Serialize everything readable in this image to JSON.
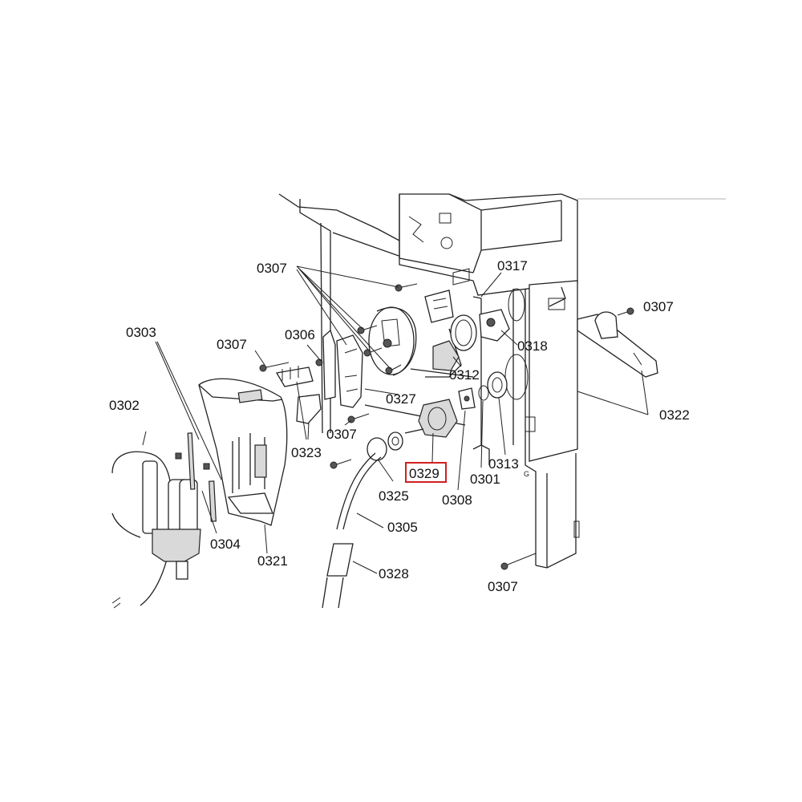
{
  "diagram": {
    "highlight_color": "#d22020",
    "labels": {
      "p0302": "0302",
      "p0303": "0303",
      "p0304": "0304",
      "p0321": "0321",
      "p0307_left": "0307",
      "p0307_top": "0307",
      "p0307_right": "0307",
      "p0307_bottom": "0307",
      "p0307_mid": "0307",
      "p0306": "0306",
      "p0323": "0323",
      "p0327": "0327",
      "p0317": "0317",
      "p0318": "0318",
      "p0312": "0312",
      "p0322": "0322",
      "p0313": "0313",
      "p0301": "0301",
      "p0308": "0308",
      "p0329": "0329",
      "p0325": "0325",
      "p0305": "0305",
      "p0328": "0328"
    }
  }
}
